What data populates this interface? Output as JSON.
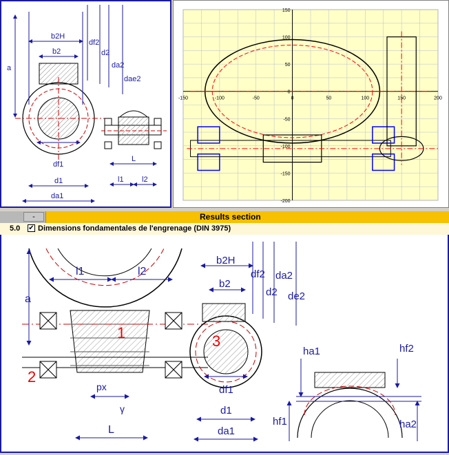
{
  "top_left_labels": {
    "b2H": "b2H",
    "b2": "b2",
    "df2": "df2",
    "d2": "d2",
    "da2": "da2",
    "dae2": "dae2",
    "a": "a",
    "df1": "df1",
    "d1": "d1",
    "da1": "da1",
    "L": "L",
    "l1": "l1",
    "l2": "l2"
  },
  "chart_data": {
    "type": "scatter",
    "xlim": [
      -150,
      200
    ],
    "ylim": [
      -200,
      150
    ],
    "x_ticks": [
      "-150",
      "-100",
      "-50",
      "0",
      "50",
      "100",
      "150",
      "200"
    ],
    "y_ticks": [
      "150",
      "100",
      "50",
      "0",
      "-50",
      "-100",
      "-150",
      "-200"
    ],
    "grid": true,
    "background": "#ffffc8",
    "colors": {
      "outline": "#000000",
      "bearing": "#0000ff",
      "centerline": "#ff0000"
    },
    "wheel": {
      "cx": 0,
      "cy": 0,
      "r": 120,
      "rx": 120,
      "ry": 95
    },
    "worm_center_y": -105,
    "worm_shaft": {
      "x1": -140,
      "x2": 135
    },
    "worm_x": 150
  },
  "results": {
    "tab_button": "-",
    "title": "Results section"
  },
  "section": {
    "number": "5.0",
    "check": "✔",
    "label": "Dimensions fondamentales de l'engrenage (DIN 3975)"
  },
  "bottom_labels": {
    "l1": "l1",
    "l2": "l2",
    "a": "a",
    "b2H": "b2H",
    "b2": "b2",
    "df2": "df2",
    "d2": "d2",
    "da2": "da2",
    "de2": "de2",
    "n1": "1",
    "n2": "2",
    "n3": "3",
    "px": "px",
    "gamma": "γ",
    "L": "L",
    "df1": "df1",
    "d1": "d1",
    "da1": "da1",
    "ha1": "ha1",
    "hf2": "hf2",
    "hf1": "hf1",
    "ha2": "ha2"
  }
}
